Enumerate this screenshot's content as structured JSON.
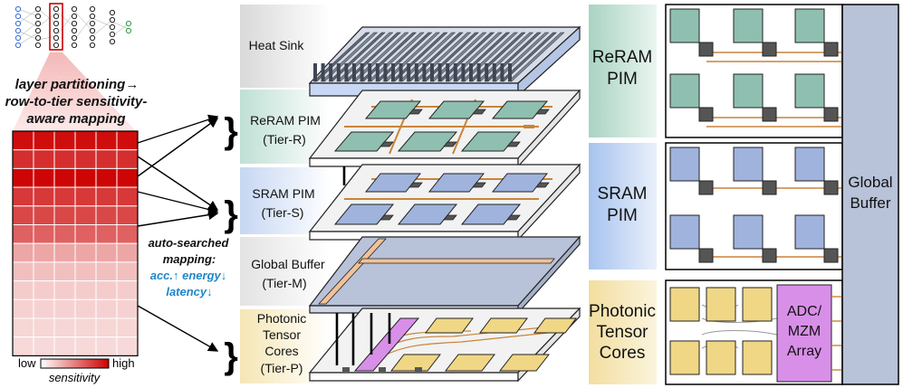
{
  "left_panel": {
    "caption_line1": "layer partitioning→",
    "caption_line2": "row-to-tier sensitivity-",
    "caption_line3": "aware mapping",
    "heatmap_levels": [
      0.95,
      0.82,
      0.98,
      0.78,
      0.72,
      0.62,
      0.35,
      0.25,
      0.2,
      0.18,
      0.16,
      0.15
    ],
    "legend_low": "low",
    "legend_high": "high",
    "legend_title": "sensitivity",
    "mapping_line1": "auto-searched",
    "mapping_line2": "mapping:",
    "mapping_metrics1": "acc.↑ energy↓",
    "mapping_metrics2": "latency↓"
  },
  "stack": {
    "heat_sink": "Heat Sink",
    "tiers": [
      {
        "line1": "ReRAM PIM",
        "line2": "(Tier-R)"
      },
      {
        "line1": "SRAM PIM",
        "line2": "(Tier-S)"
      },
      {
        "line1": "Global Buffer",
        "line2": "(Tier-M)"
      }
    ],
    "photonic": {
      "line1": "Photonic",
      "line2": "Tensor",
      "line3": "Cores",
      "line4": "(Tier-P)"
    }
  },
  "right_panel": {
    "reram_line1": "ReRAM",
    "reram_line2": "PIM",
    "sram_line1": "SRAM",
    "sram_line2": "PIM",
    "ptc_line1": "Photonic",
    "ptc_line2": "Tensor",
    "ptc_line3": "Cores",
    "adc_line1": "ADC/",
    "adc_line2": "MZM",
    "adc_line3": "Array",
    "buffer_line1": "Global",
    "buffer_line2": "Buffer"
  },
  "colors": {
    "reram": "#8fbfb0",
    "sram": "#9fb3dd",
    "photonic": "#f0d785",
    "buffer": "#b8c2d8",
    "adc": "#d88fe8",
    "heat_red": "#cc0000",
    "accent_blue": "#1f86c9"
  }
}
